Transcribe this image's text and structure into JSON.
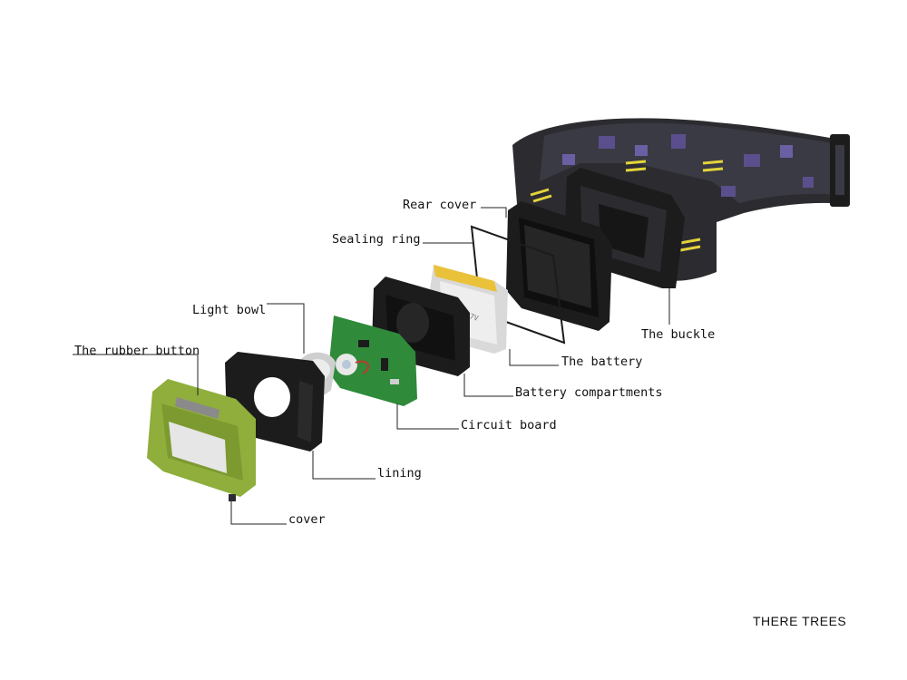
{
  "labels": {
    "rear_cover": "Rear cover",
    "sealing_ring": "Sealing ring",
    "light_bowl": "Light bowl",
    "rubber_button": "The rubber button",
    "buckle": "The buckle",
    "battery": "The battery",
    "battery_compartments": "Battery compartments",
    "circuit_board": "Circuit board",
    "lining": "lining",
    "cover": "cover"
  },
  "brand": "THERE TREES",
  "battery_print": "3.7V",
  "colors": {
    "housing_green": "#8fae3c",
    "strap_dark": "#2c2c30",
    "strap_pattern": "#5a4f8c",
    "strap_accent": "#e4d43a",
    "pcb_green": "#2f8a3a",
    "battery_silver": "#d9d9d9",
    "battery_gold": "#e9c23a",
    "plastic_black": "#1c1c1c"
  }
}
